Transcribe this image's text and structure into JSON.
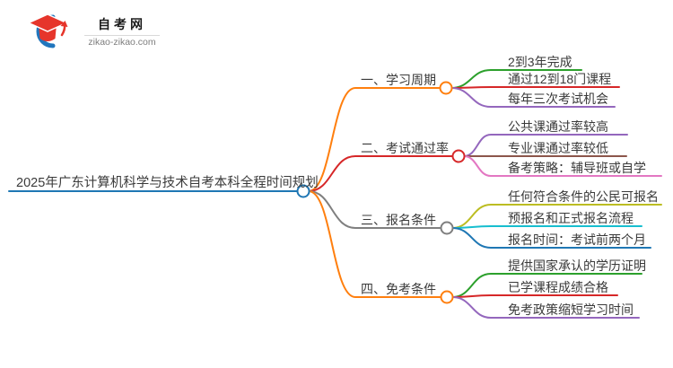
{
  "logo": {
    "site_name": "自考网",
    "site_url": "zikao-zikao.com",
    "icon_red": "#e6352b",
    "icon_blue": "#2176bd"
  },
  "mindmap": {
    "root": {
      "label": "2025年广东计算机科学与技术自考本科全程时间规划",
      "color": "#1f77b4"
    },
    "branches": [
      {
        "label": "一、学习周期",
        "color": "#ff7f0e",
        "children": [
          {
            "label": "2到3年完成",
            "color": "#2ca02c"
          },
          {
            "label": "通过12到18门课程",
            "color": "#d62728"
          },
          {
            "label": "每年三次考试机会",
            "color": "#9467bd"
          }
        ]
      },
      {
        "label": "二、考试通过率",
        "color": "#d62728",
        "children": [
          {
            "label": "公共课通过率较高",
            "color": "#9467bd"
          },
          {
            "label": "专业课通过率较低",
            "color": "#8c564b"
          },
          {
            "label": "备考策略：辅导班或自学",
            "color": "#e377c2"
          }
        ]
      },
      {
        "label": "三、报名条件",
        "color": "#7f7f7f",
        "children": [
          {
            "label": "任何符合条件的公民可报名",
            "color": "#bcbd22"
          },
          {
            "label": "预报名和正式报名流程",
            "color": "#17becf"
          },
          {
            "label": "报名时间：考试前两个月",
            "color": "#1f77b4"
          }
        ]
      },
      {
        "label": "四、免考条件",
        "color": "#ff7f0e",
        "children": [
          {
            "label": "提供国家承认的学历证明",
            "color": "#2ca02c"
          },
          {
            "label": "已学课程成绩合格",
            "color": "#d62728"
          },
          {
            "label": "免考政策缩短学习时间",
            "color": "#9467bd"
          }
        ]
      }
    ]
  }
}
